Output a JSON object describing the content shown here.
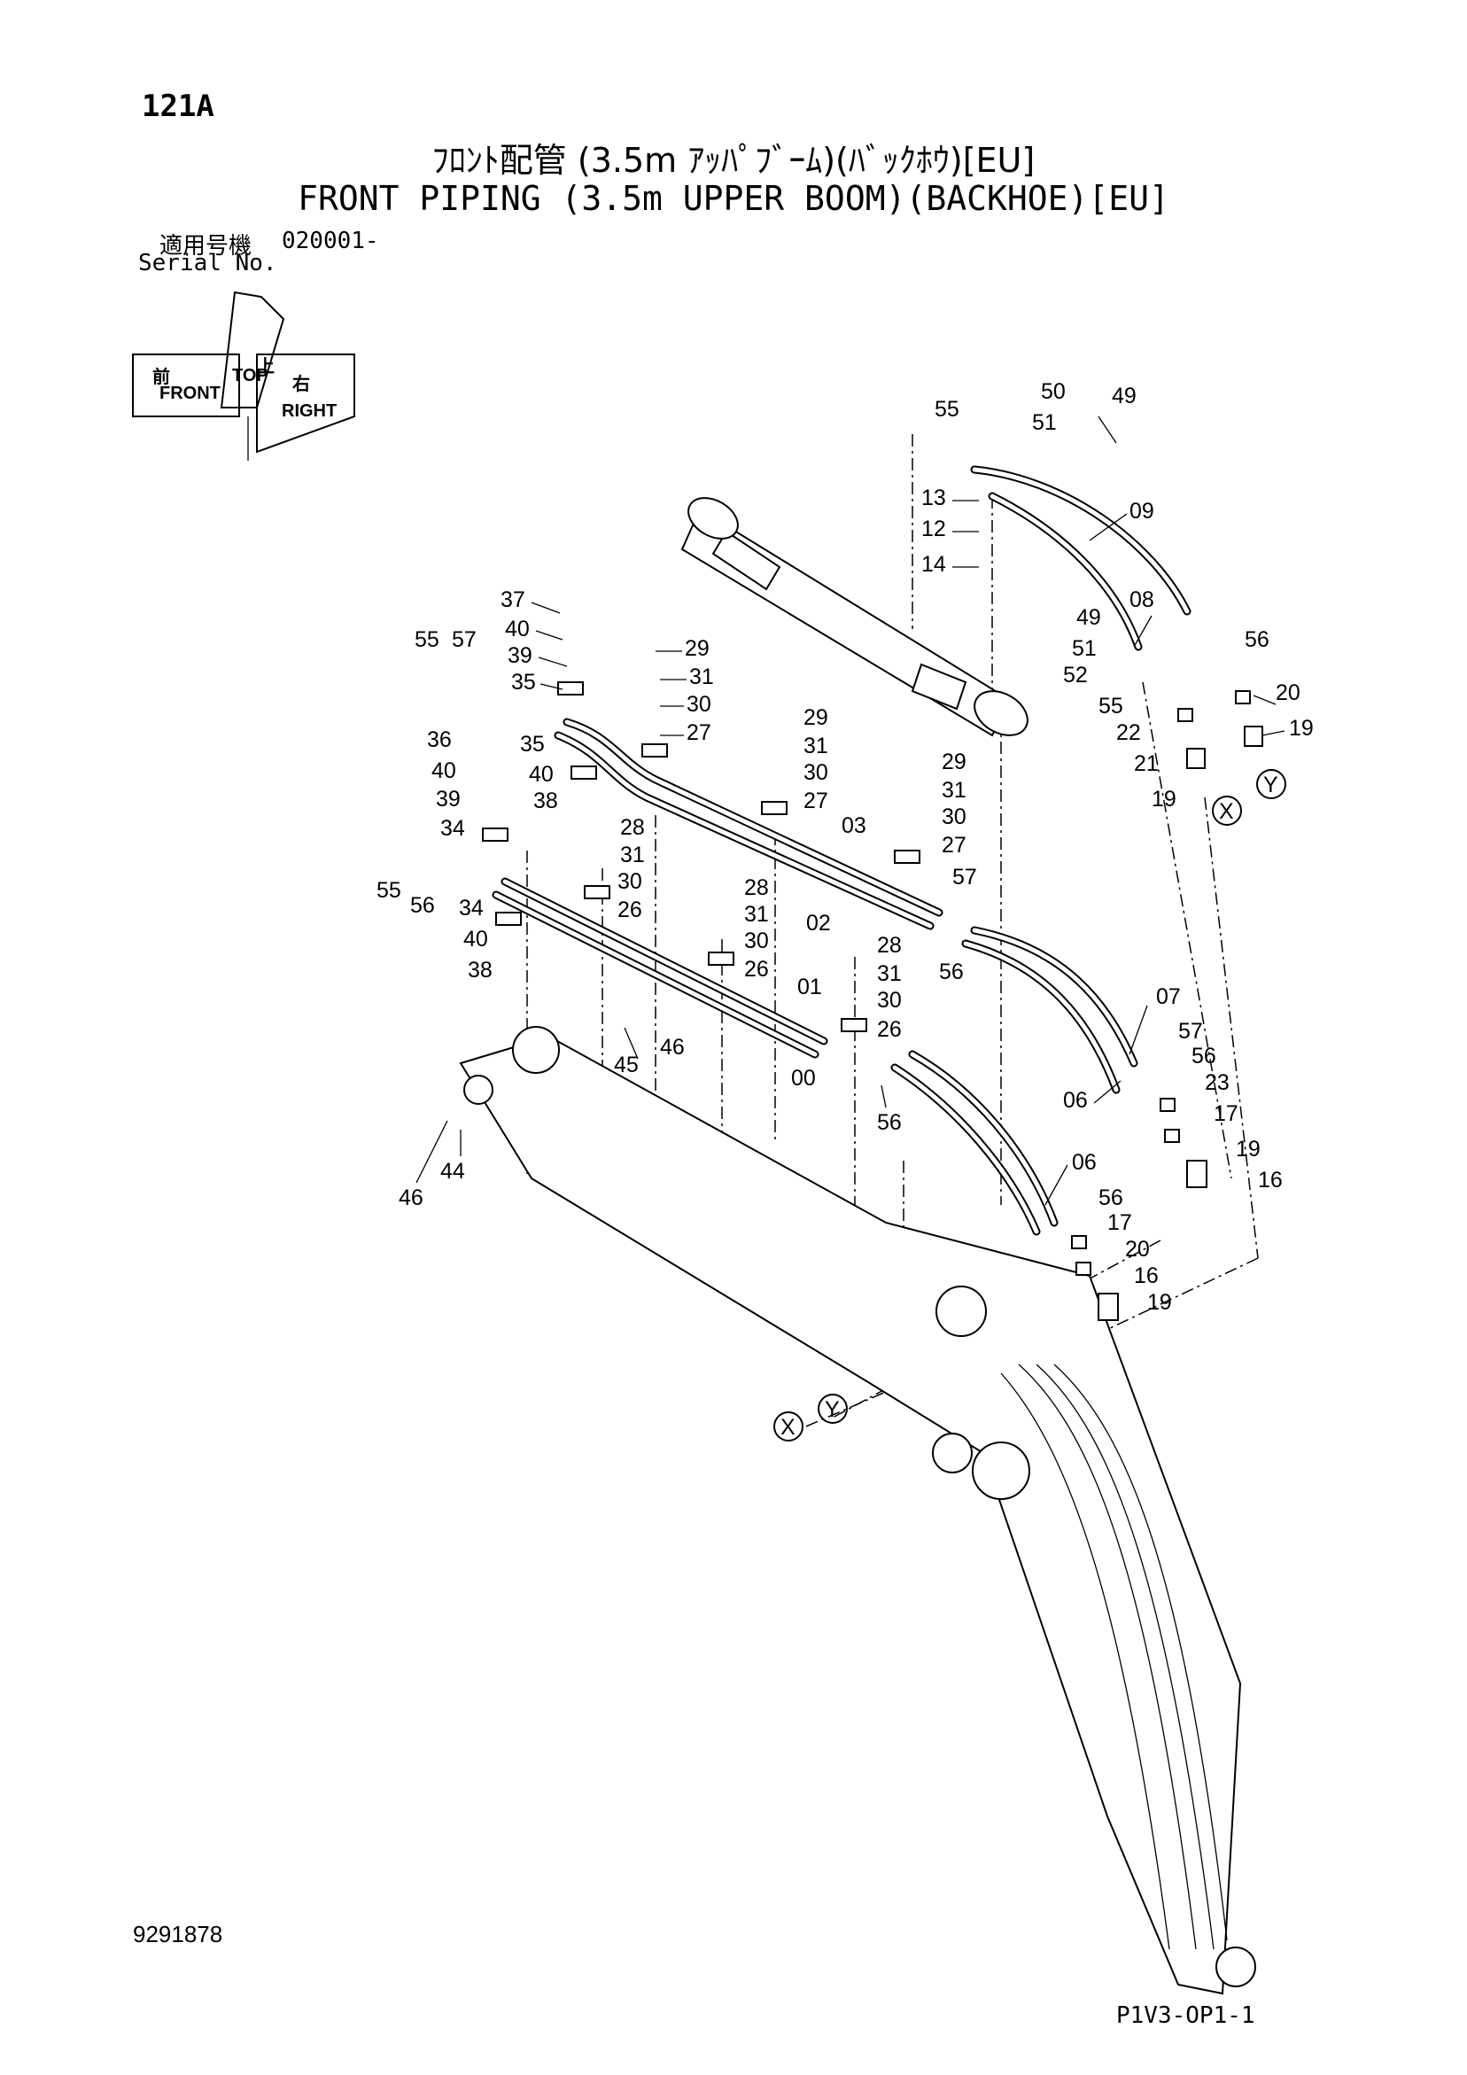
{
  "header": {
    "page_no": "121A",
    "title_jp": "ﾌﾛﾝﾄ配管 (3.5m ｱｯﾊﾟﾌﾞｰﾑ)(ﾊﾞｯｸﾎｳ)[EU]",
    "title_en": "FRONT PIPING (3.5m UPPER BOOM)(BACKHOE)[EU]",
    "serial_label_jp": "適用号機",
    "serial_value": "020001-",
    "serial_label_en": "Serial No."
  },
  "orientation": {
    "top": "TOP",
    "top_jp": "上",
    "front": "FRONT",
    "front_jp": "前",
    "right": "RIGHT",
    "right_jp": "右"
  },
  "callouts": {
    "c55a": "55",
    "c50": "50",
    "c49a": "49",
    "c51a": "51",
    "c13": "13",
    "c12": "12",
    "c14": "14",
    "c09": "09",
    "c49b": "49",
    "c08": "08",
    "c51b": "51",
    "c52": "52",
    "c56a": "56",
    "c55b": "55",
    "c22": "22",
    "c21": "21",
    "c19a": "19",
    "c20a": "20",
    "c19b": "19",
    "refx1": "X",
    "refy1": "Y",
    "c37": "37",
    "c40a": "40",
    "c39a": "39",
    "c35a": "35",
    "c55c": "55",
    "c57a": "57",
    "c29a": "29",
    "c31a": "31",
    "c30a": "30",
    "c27a": "27",
    "c36": "36",
    "c35b": "35",
    "c40b": "40",
    "c38a": "38",
    "c40c": "40",
    "c39b": "39",
    "c34a": "34",
    "c29b": "29",
    "c31b": "31",
    "c30b": "30",
    "c27b": "27",
    "c29c": "29",
    "c31c": "31",
    "c30c": "30",
    "c27c": "27",
    "c03": "03",
    "c57b": "57",
    "c28a": "28",
    "c31d": "31",
    "c30d": "30",
    "c26a": "26",
    "c55d": "55",
    "c56b": "56",
    "c34b": "34",
    "c40d": "40",
    "c38b": "38",
    "c28b": "28",
    "c31e": "31",
    "c30e": "30",
    "c26b": "26",
    "c02": "02",
    "c56c": "56",
    "c28c": "28",
    "c31f": "31",
    "c30f": "30",
    "c26c": "26",
    "c01": "01",
    "c07": "07",
    "c57c": "57",
    "c56d": "56",
    "c23": "23",
    "c17a": "17",
    "c06a": "06",
    "c19c": "19",
    "c16a": "16",
    "c45": "45",
    "c46a": "46",
    "c00": "00",
    "c56e": "56",
    "c44": "44",
    "c46b": "46",
    "c06b": "06",
    "c56f": "56",
    "c17b": "17",
    "c20b": "20",
    "c16b": "16",
    "c19d": "19",
    "refx2": "X",
    "refy2": "Y"
  },
  "footer": {
    "drawing_no": "9291878",
    "sheet_code": "P1V3-OP1-1"
  }
}
